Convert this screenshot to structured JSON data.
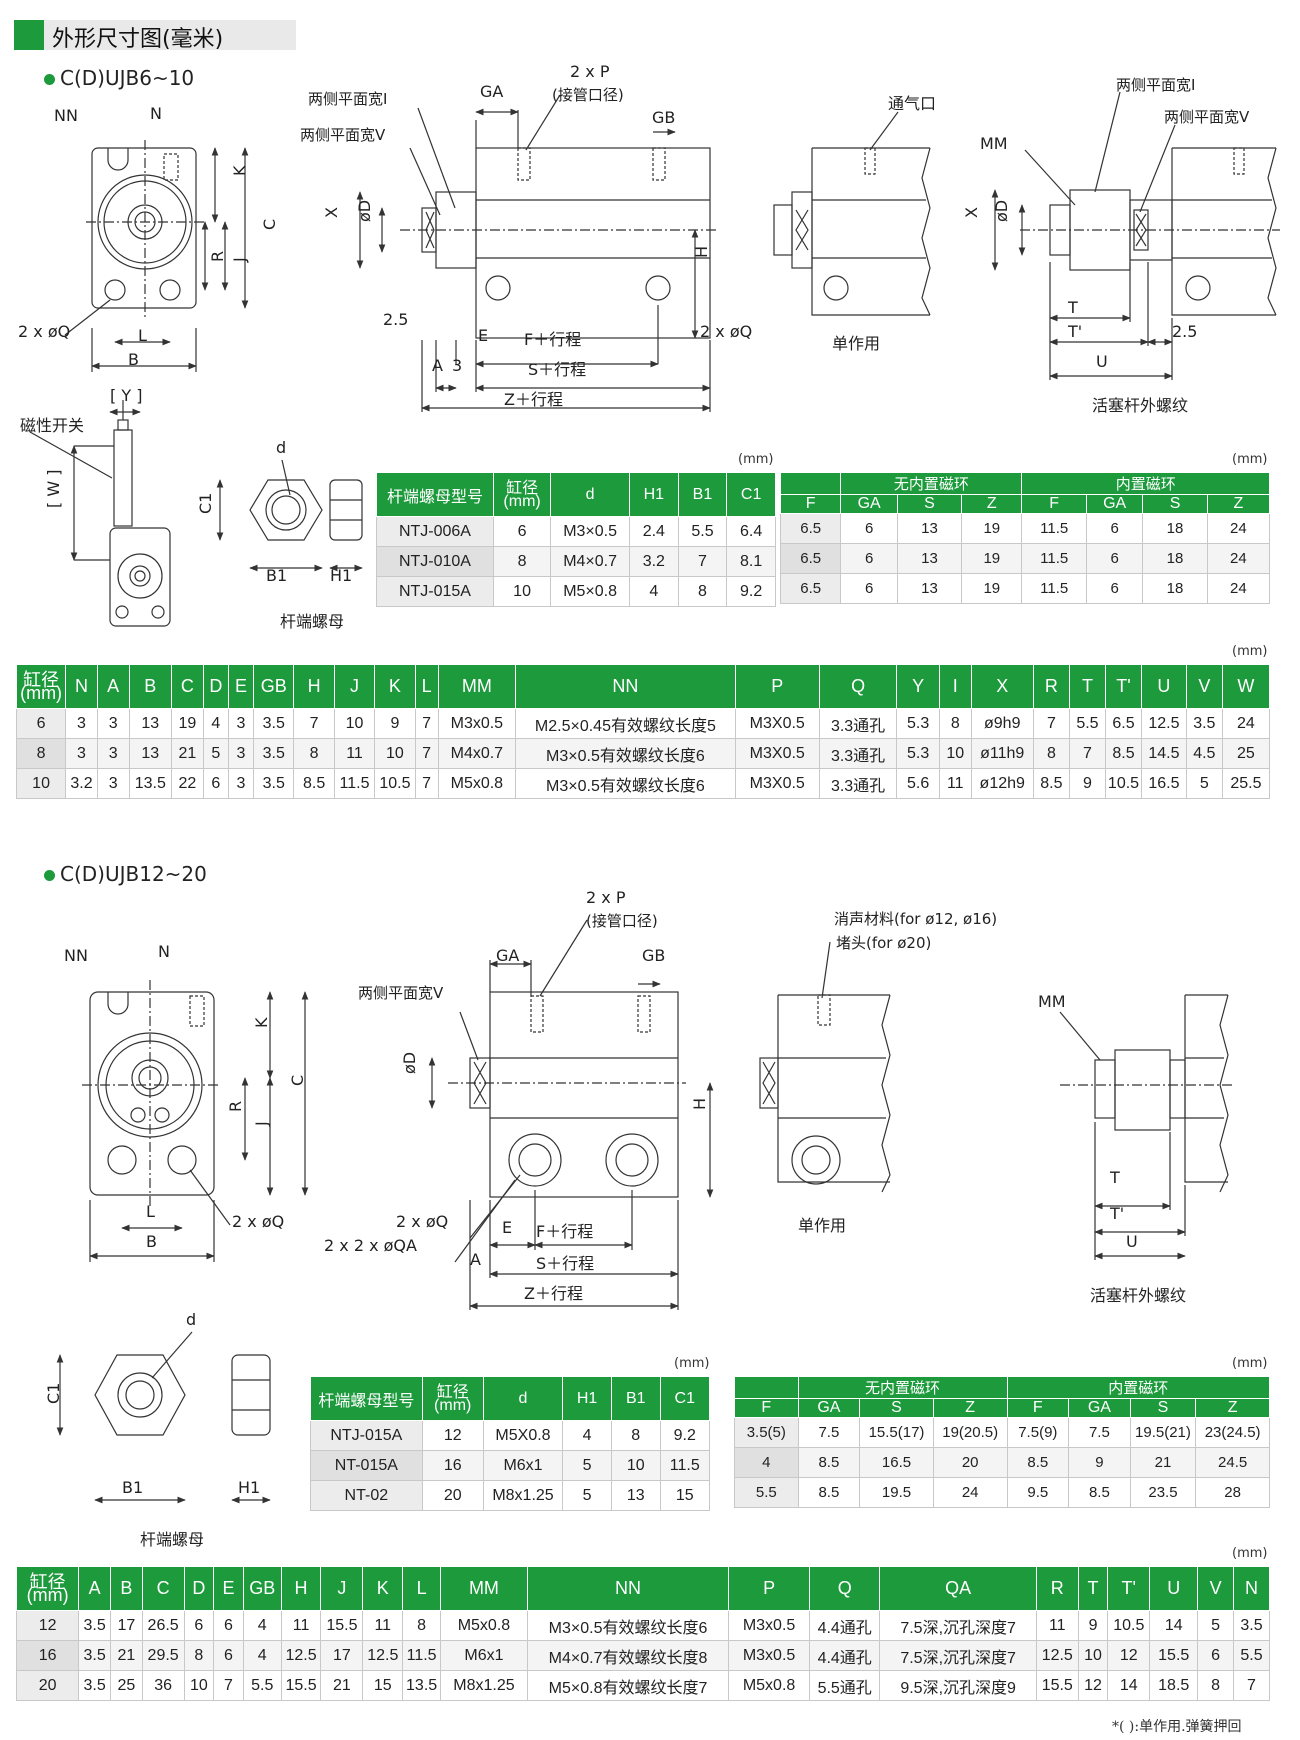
{
  "header": {
    "title": "外形尺寸图(毫米)"
  },
  "series1": {
    "title": "C(D)UJB6~10",
    "labels": {
      "nn": "NN",
      "n": "N",
      "k": "K",
      "c": "C",
      "r": "R",
      "j": "J",
      "q2": "2 x øQ",
      "l": "L",
      "b": "B",
      "flat_i": "两侧平面宽I",
      "flat_v": "两侧平面宽V",
      "x": "X",
      "od": "øD",
      "ga": "GA",
      "p2": "2 x P",
      "port": "(接管口径)",
      "gb": "GB",
      "h": "H",
      "d25": "2.5",
      "a": "A",
      "three": "3",
      "e": "E",
      "fst": "F＋行程",
      "sst": "S＋行程",
      "zst": "Z＋行程",
      "q2b": "2 x øQ",
      "vent": "通气口",
      "single": "单作用",
      "flat_i2": "两侧平面宽I",
      "flat_v2": "两侧平面宽V",
      "mm": "MM",
      "x2": "X",
      "od2": "øD",
      "t": "T",
      "tp": "T'",
      "d25b": "2.5",
      "u": "U",
      "thread": "活塞杆外螺纹",
      "y": "[ Y ]",
      "sensor": "磁性开关",
      "w": "[ W ]",
      "d": "d",
      "c1": "C1",
      "b1": "B1",
      "h1": "H1",
      "nut": "杆端螺母"
    },
    "nut_table": {
      "unit": "(mm)",
      "headers": [
        "杆端螺母型号",
        "缸径\n(mm)",
        "d",
        "H1",
        "B1",
        "C1"
      ],
      "rows": [
        [
          "NTJ-006A",
          "6",
          "M3×0.5",
          "2.4",
          "5.5",
          "6.4"
        ],
        [
          "NTJ-010A",
          "8",
          "M4×0.7",
          "3.2",
          "7",
          "8.1"
        ],
        [
          "NTJ-015A",
          "10",
          "M5×0.8",
          "4",
          "8",
          "9.2"
        ]
      ]
    },
    "mag_table": {
      "unit": "(mm)",
      "group_no": "无内置磁环",
      "group_yes": "内置磁环",
      "headers": [
        "F",
        "GA",
        "S",
        "Z",
        "F",
        "GA",
        "S",
        "Z"
      ],
      "rows": [
        [
          "6.5",
          "6",
          "13",
          "19",
          "11.5",
          "6",
          "18",
          "24"
        ],
        [
          "6.5",
          "6",
          "13",
          "19",
          "11.5",
          "6",
          "18",
          "24"
        ],
        [
          "6.5",
          "6",
          "13",
          "19",
          "11.5",
          "6",
          "18",
          "24"
        ]
      ]
    },
    "main_table": {
      "unit": "(mm)",
      "headers": [
        "缸径\n(mm)",
        "N",
        "A",
        "B",
        "C",
        "D",
        "E",
        "GB",
        "H",
        "J",
        "K",
        "L",
        "MM",
        "NN",
        "P",
        "Q",
        "Y",
        "I",
        "X",
        "R",
        "T",
        "T'",
        "U",
        "V",
        "W"
      ],
      "rows": [
        [
          "6",
          "3",
          "3",
          "13",
          "19",
          "4",
          "3",
          "3.5",
          "7",
          "10",
          "9",
          "7",
          "M3x0.5",
          "M2.5×0.45有效螺纹长度5",
          "M3X0.5",
          "3.3通孔",
          "5.3",
          "8",
          "ø9h9",
          "7",
          "5.5",
          "6.5",
          "12.5",
          "3.5",
          "24"
        ],
        [
          "8",
          "3",
          "3",
          "13",
          "21",
          "5",
          "3",
          "3.5",
          "8",
          "11",
          "10",
          "7",
          "M4x0.7",
          "M3×0.5有效螺纹长度6",
          "M3X0.5",
          "3.3通孔",
          "5.3",
          "10",
          "ø11h9",
          "8",
          "7",
          "8.5",
          "14.5",
          "4.5",
          "25"
        ],
        [
          "10",
          "3.2",
          "3",
          "13.5",
          "22",
          "6",
          "3",
          "3.5",
          "8.5",
          "11.5",
          "10.5",
          "7",
          "M5x0.8",
          "M3×0.5有效螺纹长度6",
          "M3X0.5",
          "3.3通孔",
          "5.6",
          "11",
          "ø12h9",
          "8.5",
          "9",
          "10.5",
          "16.5",
          "5",
          "25.5"
        ]
      ]
    }
  },
  "series2": {
    "title": "C(D)UJB12~20",
    "labels": {
      "nn": "NN",
      "n": "N",
      "k": "K",
      "c": "C",
      "r": "R",
      "j": "J",
      "l": "L",
      "b": "B",
      "q2": "2 x øQ",
      "flat_v": "两侧平面宽V",
      "od": "øD",
      "ga": "GA",
      "p2": "2 x P",
      "port": "(接管口径)",
      "gb": "GB",
      "h": "H",
      "q2b": "2 x øQ",
      "qa": "2 x 2 x øQA",
      "a": "A",
      "e": "E",
      "fst": "F＋行程",
      "sst": "S＋行程",
      "zst": "Z＋行程",
      "silencer": "消声材料(for ø12, ø16)",
      "plug": "堵头(for ø20)",
      "single": "单作用",
      "mm": "MM",
      "t": "T",
      "tp": "T'",
      "u": "U",
      "thread": "活塞杆外螺纹",
      "d": "d",
      "c1": "C1",
      "b1": "B1",
      "h1": "H1",
      "nut": "杆端螺母"
    },
    "nut_table": {
      "unit": "(mm)",
      "headers": [
        "杆端螺母型号",
        "缸径\n(mm)",
        "d",
        "H1",
        "B1",
        "C1"
      ],
      "rows": [
        [
          "NTJ-015A",
          "12",
          "M5X0.8",
          "4",
          "8",
          "9.2"
        ],
        [
          "NT-015A",
          "16",
          "M6x1",
          "5",
          "10",
          "11.5"
        ],
        [
          "NT-02",
          "20",
          "M8x1.25",
          "5",
          "13",
          "15"
        ]
      ]
    },
    "mag_table": {
      "unit": "(mm)",
      "group_no": "无内置磁环",
      "group_yes": "内置磁环",
      "headers": [
        "F",
        "GA",
        "S",
        "Z",
        "F",
        "GA",
        "S",
        "Z"
      ],
      "rows": [
        [
          "3.5(5)",
          "7.5",
          "15.5(17)",
          "19(20.5)",
          "7.5(9)",
          "7.5",
          "19.5(21)",
          "23(24.5)"
        ],
        [
          "4",
          "8.5",
          "16.5",
          "20",
          "8.5",
          "9",
          "21",
          "24.5"
        ],
        [
          "5.5",
          "8.5",
          "19.5",
          "24",
          "9.5",
          "8.5",
          "23.5",
          "28"
        ]
      ]
    },
    "main_table": {
      "unit": "(mm)",
      "headers": [
        "缸径\n(mm)",
        "A",
        "B",
        "C",
        "D",
        "E",
        "GB",
        "H",
        "J",
        "K",
        "L",
        "MM",
        "NN",
        "P",
        "Q",
        "QA",
        "R",
        "T",
        "T'",
        "U",
        "V",
        "N"
      ],
      "rows": [
        [
          "12",
          "3.5",
          "17",
          "26.5",
          "6",
          "6",
          "4",
          "11",
          "15.5",
          "11",
          "8",
          "M5x0.8",
          "M3×0.5有效螺纹长度6",
          "M3x0.5",
          "4.4通孔",
          "7.5深,沉孔深度7",
          "11",
          "9",
          "10.5",
          "14",
          "5",
          "3.5"
        ],
        [
          "16",
          "3.5",
          "21",
          "29.5",
          "8",
          "6",
          "4",
          "12.5",
          "17",
          "12.5",
          "11.5",
          "M6x1",
          "M4×0.7有效螺纹长度8",
          "M3x0.5",
          "4.4通孔",
          "7.5深,沉孔深度7",
          "12.5",
          "10",
          "12",
          "15.5",
          "6",
          "5.5"
        ],
        [
          "20",
          "3.5",
          "25",
          "36",
          "10",
          "7",
          "5.5",
          "15.5",
          "21",
          "15",
          "13.5",
          "M8x1.25",
          "M5×0.8有效螺纹长度7",
          "M5x0.8",
          "5.5通孔",
          "9.5深,沉孔深度9",
          "15.5",
          "12",
          "14",
          "18.5",
          "8",
          "7"
        ]
      ]
    },
    "footnote": "*( ):单作用.弹簧押回"
  }
}
